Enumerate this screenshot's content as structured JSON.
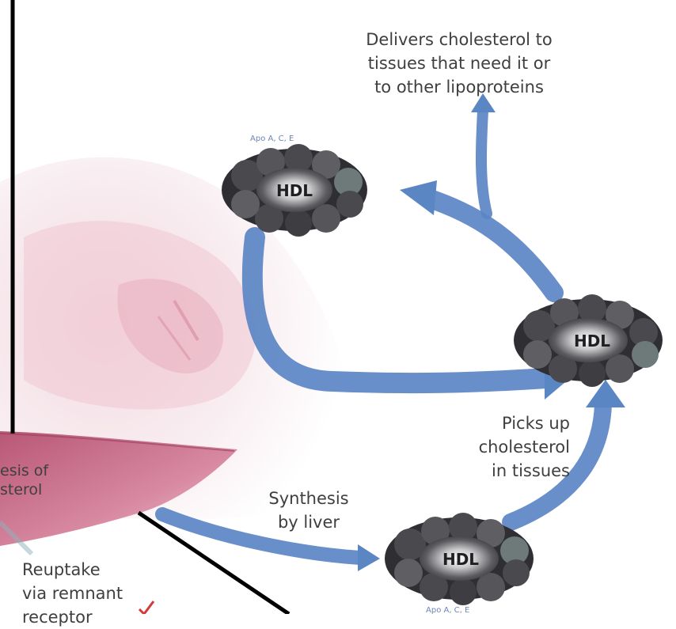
{
  "labels": {
    "delivers": [
      "Delivers cholesterol to",
      "tissues that need it or",
      "to other lipoproteins"
    ],
    "picks_up": [
      "Picks up",
      "cholesterol",
      "in tissues"
    ],
    "synthesis": [
      "Synthesis",
      "by liver"
    ],
    "synthesis_of_partial": [
      "esis of",
      "sterol"
    ],
    "reuptake": [
      "Reuptake",
      "via remnant",
      "receptor"
    ]
  },
  "particles": {
    "top": {
      "label": "HDL",
      "apo": "Apo A, C, E"
    },
    "right": {
      "label": "HDL"
    },
    "bottom": {
      "label": "HDL",
      "apo": "Apo A, C, E"
    }
  },
  "colors": {
    "arrow": "#5b86c4",
    "text": "#3f3f3f",
    "apo_text": "#6d86b4",
    "liver": "#c46a86",
    "particle_dark": "#3d3d3f",
    "particle_mid": "#6b6b6f",
    "divider": "#000000"
  }
}
